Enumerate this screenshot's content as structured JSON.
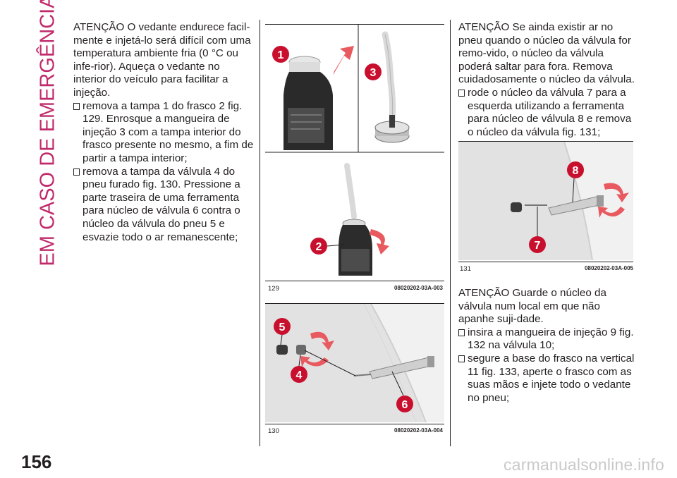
{
  "chapter_title": "EM CASO DE EMERGÊNCIA",
  "page_number": "156",
  "watermark": "carmanualsonline.info",
  "colors": {
    "accent": "#c02a6b",
    "text": "#231f20",
    "callout": "#c8102e"
  },
  "column_left": {
    "intro": "ATENÇÃO O vedante endurece facil-mente e injetá-lo será difícil com uma temperatura ambiente fria (0 °C ou infe-rior). Aqueça o vedante no interior do veículo para facilitar a injeção.",
    "bullet_1": "remova a tampa 1 do frasco 2 fig. 129. Enrosque a mangueira de injeção 3 com a tampa interior do frasco presente no mesmo, a fim de partir a tampa interior;",
    "bullet_2": "remova a tampa da válvula 4 do pneu furado fig. 130. Pressione a parte traseira de uma ferramenta para núcleo de válvula 6 contra o núcleo da válvula do pneu 5 e esvazie todo o ar remanescente;"
  },
  "column_right": {
    "warning_1": "ATENÇÃO Se ainda existir ar no pneu quando o núcleo da válvula for remo-vido, o núcleo da válvula poderá saltar para fora. Remova cuidadosamente o núcleo da válvula.",
    "bullet_1": "rode o núcleo da válvula 7 para a esquerda utilizando a ferramenta para núcleo de válvula 8 e remova o núcleo da válvula fig. 131;",
    "warning_2": "ATENÇÃO Guarde o núcleo da válvula num local em que não apanhe suji-dade.",
    "bullet_2": "insira a mangueira de injeção 9 fig. 132 na válvula 10;",
    "bullet_3": "segure a base do frasco na vertical 11 fig. 133, aperte o frasco com as suas mãos e injete todo o vedante no pneu;"
  },
  "figures": {
    "fig129": {
      "number": "129",
      "code": "08020202-03A-003",
      "callouts": [
        "1",
        "2",
        "3"
      ]
    },
    "fig130": {
      "number": "130",
      "code": "08020202-03A-004",
      "callouts": [
        "4",
        "5",
        "6"
      ]
    },
    "fig131": {
      "number": "131",
      "code": "08020202-03A-005",
      "callouts": [
        "7",
        "8"
      ]
    }
  }
}
